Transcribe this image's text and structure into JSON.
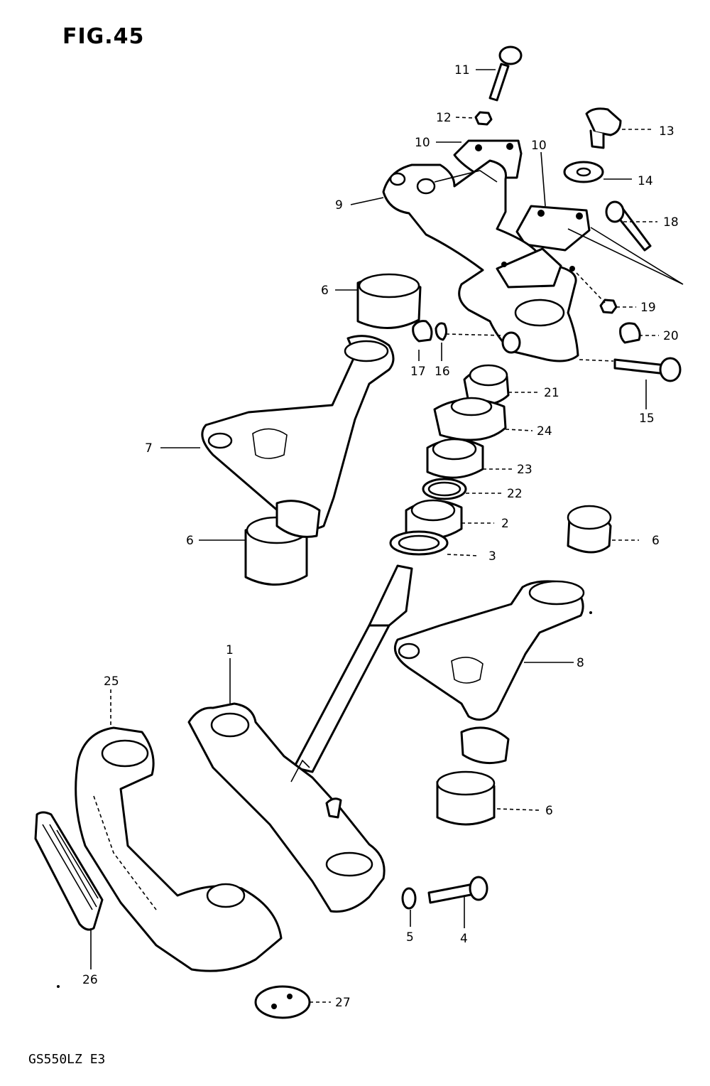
{
  "figure": {
    "title": "FIG.45",
    "model_code": "GS550LZ  E3"
  },
  "parts": [
    {
      "ref": "1"
    },
    {
      "ref": "2"
    },
    {
      "ref": "3"
    },
    {
      "ref": "4"
    },
    {
      "ref": "5"
    },
    {
      "ref": "6"
    },
    {
      "ref": "7"
    },
    {
      "ref": "8"
    },
    {
      "ref": "9"
    },
    {
      "ref": "10"
    },
    {
      "ref": "11"
    },
    {
      "ref": "12"
    },
    {
      "ref": "13"
    },
    {
      "ref": "14"
    },
    {
      "ref": "15"
    },
    {
      "ref": "16"
    },
    {
      "ref": "17"
    },
    {
      "ref": "18"
    },
    {
      "ref": "19"
    },
    {
      "ref": "20"
    },
    {
      "ref": "21"
    },
    {
      "ref": "22"
    },
    {
      "ref": "23"
    },
    {
      "ref": "24"
    },
    {
      "ref": "25"
    },
    {
      "ref": "26"
    },
    {
      "ref": "27"
    }
  ],
  "callouts": [
    {
      "label": "11"
    },
    {
      "label": "12"
    },
    {
      "label": "13"
    },
    {
      "label": "10"
    },
    {
      "label": "10"
    },
    {
      "label": "14"
    },
    {
      "label": "9"
    },
    {
      "label": "18"
    },
    {
      "label": "6"
    },
    {
      "label": "19"
    },
    {
      "label": "20"
    },
    {
      "label": "17"
    },
    {
      "label": "16"
    },
    {
      "label": "15"
    },
    {
      "label": "21"
    },
    {
      "label": "24"
    },
    {
      "label": "7"
    },
    {
      "label": "23"
    },
    {
      "label": "22"
    },
    {
      "label": "2"
    },
    {
      "label": "6"
    },
    {
      "label": "6"
    },
    {
      "label": "3"
    },
    {
      "label": "1"
    },
    {
      "label": "8"
    },
    {
      "label": "25"
    },
    {
      "label": "6"
    },
    {
      "label": "5"
    },
    {
      "label": "4"
    },
    {
      "label": "26"
    },
    {
      "label": "27"
    }
  ]
}
